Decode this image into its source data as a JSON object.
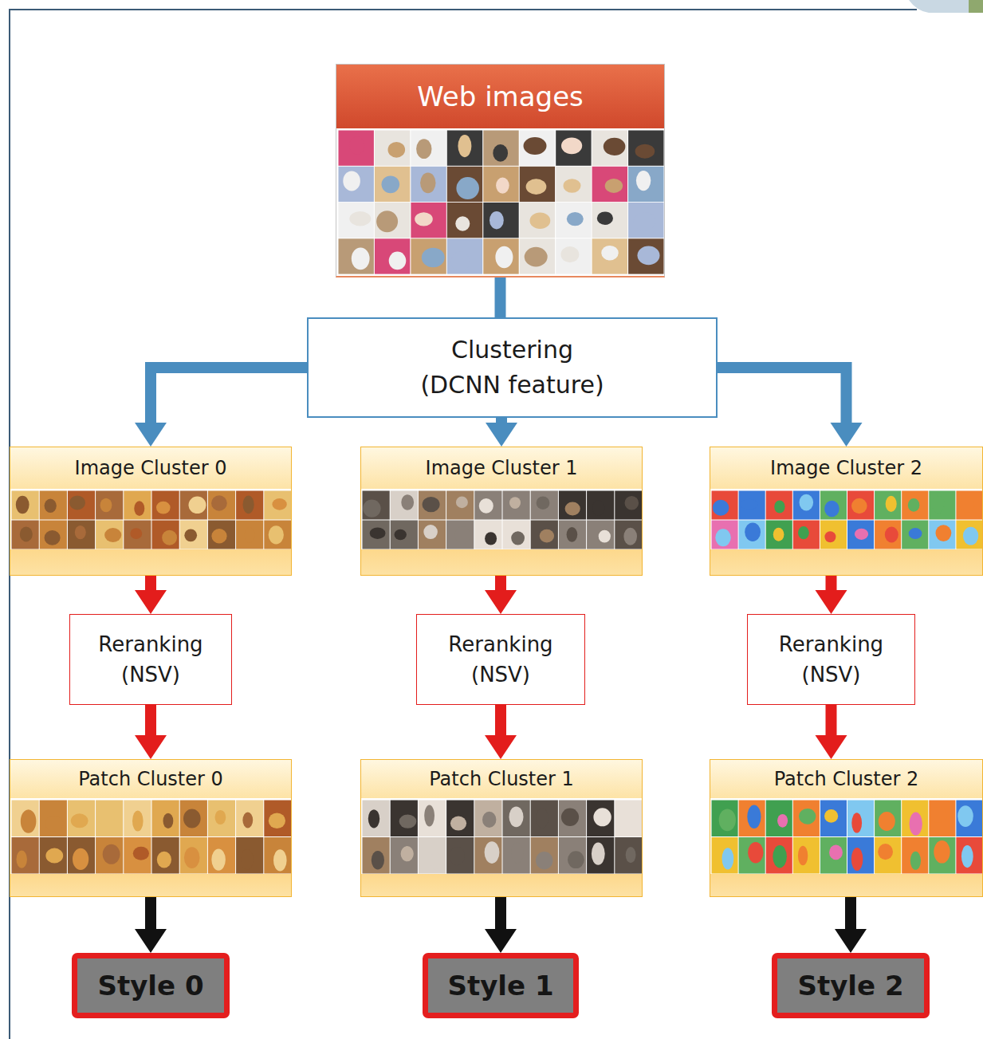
{
  "diagram": {
    "nodes": [
      {
        "text": [
          "Web images"
        ]
      },
      {
        "text": [
          "Clustering (DCNN feature)"
        ]
      },
      {
        "text": [
          "Image Cluster 0"
        ]
      },
      {
        "text": [
          "Image Cluster 1"
        ]
      },
      {
        "text": [
          "Image Cluster 2"
        ]
      },
      {
        "text": [
          "Reranking (NSV)"
        ]
      },
      {
        "text": [
          "Reranking (NSV)"
        ]
      },
      {
        "text": [
          "Reranking (NSV)"
        ]
      },
      {
        "text": [
          "Patch Cluster 0"
        ]
      },
      {
        "text": [
          "Patch Cluster 1"
        ]
      },
      {
        "text": [
          "Patch Cluster 2"
        ]
      },
      {
        "text": [
          "Style 0"
        ]
      },
      {
        "text": [
          "Style 1"
        ]
      },
      {
        "text": [
          "Style 2"
        ]
      }
    ],
    "edges": [
      {
        "from": 0,
        "to": 1,
        "arrow": "none"
      },
      {
        "from": 1,
        "to": 2,
        "arrow": "to"
      },
      {
        "from": 1,
        "to": 3,
        "arrow": "to"
      },
      {
        "from": 1,
        "to": 4,
        "arrow": "to"
      },
      {
        "from": 2,
        "to": 5,
        "arrow": "to"
      },
      {
        "from": 3,
        "to": 6,
        "arrow": "to"
      },
      {
        "from": 4,
        "to": 7,
        "arrow": "to"
      },
      {
        "from": 5,
        "to": 8,
        "arrow": "to"
      },
      {
        "from": 6,
        "to": 9,
        "arrow": "to"
      },
      {
        "from": 7,
        "to": 10,
        "arrow": "to"
      },
      {
        "from": 8,
        "to": 11,
        "arrow": "to"
      },
      {
        "from": 9,
        "to": 12,
        "arrow": "to"
      },
      {
        "from": 10,
        "to": 13,
        "arrow": "to"
      }
    ]
  }
}
